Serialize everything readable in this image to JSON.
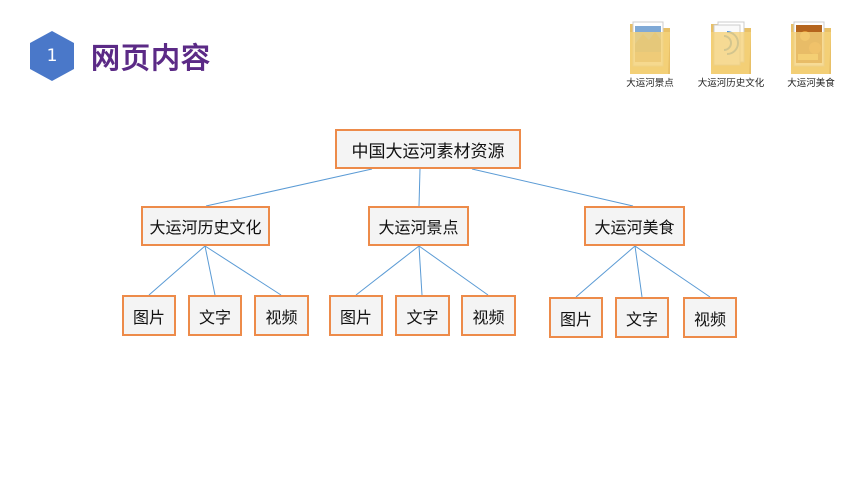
{
  "header": {
    "section_number": "1",
    "title": "网页内容",
    "accent_color": "#4a78c9",
    "title_color": "#5b2a86"
  },
  "folders": [
    {
      "label": "大运河景点",
      "icon": "folder-image-icon"
    },
    {
      "label": "大运河历史文化",
      "icon": "folder-document-icon"
    },
    {
      "label": "大运河美食",
      "icon": "folder-image-icon"
    }
  ],
  "diagram": {
    "root": "中国大运河素材资源",
    "branches": [
      {
        "label": "大运河历史文化",
        "children": [
          "图片",
          "文字",
          "视频"
        ]
      },
      {
        "label": "大运河景点",
        "children": [
          "图片",
          "文字",
          "视频"
        ]
      },
      {
        "label": "大运河美食",
        "children": [
          "图片",
          "文字",
          "视频"
        ]
      }
    ],
    "border_color": "#ed8b4a",
    "line_color": "#5b9bd5"
  }
}
